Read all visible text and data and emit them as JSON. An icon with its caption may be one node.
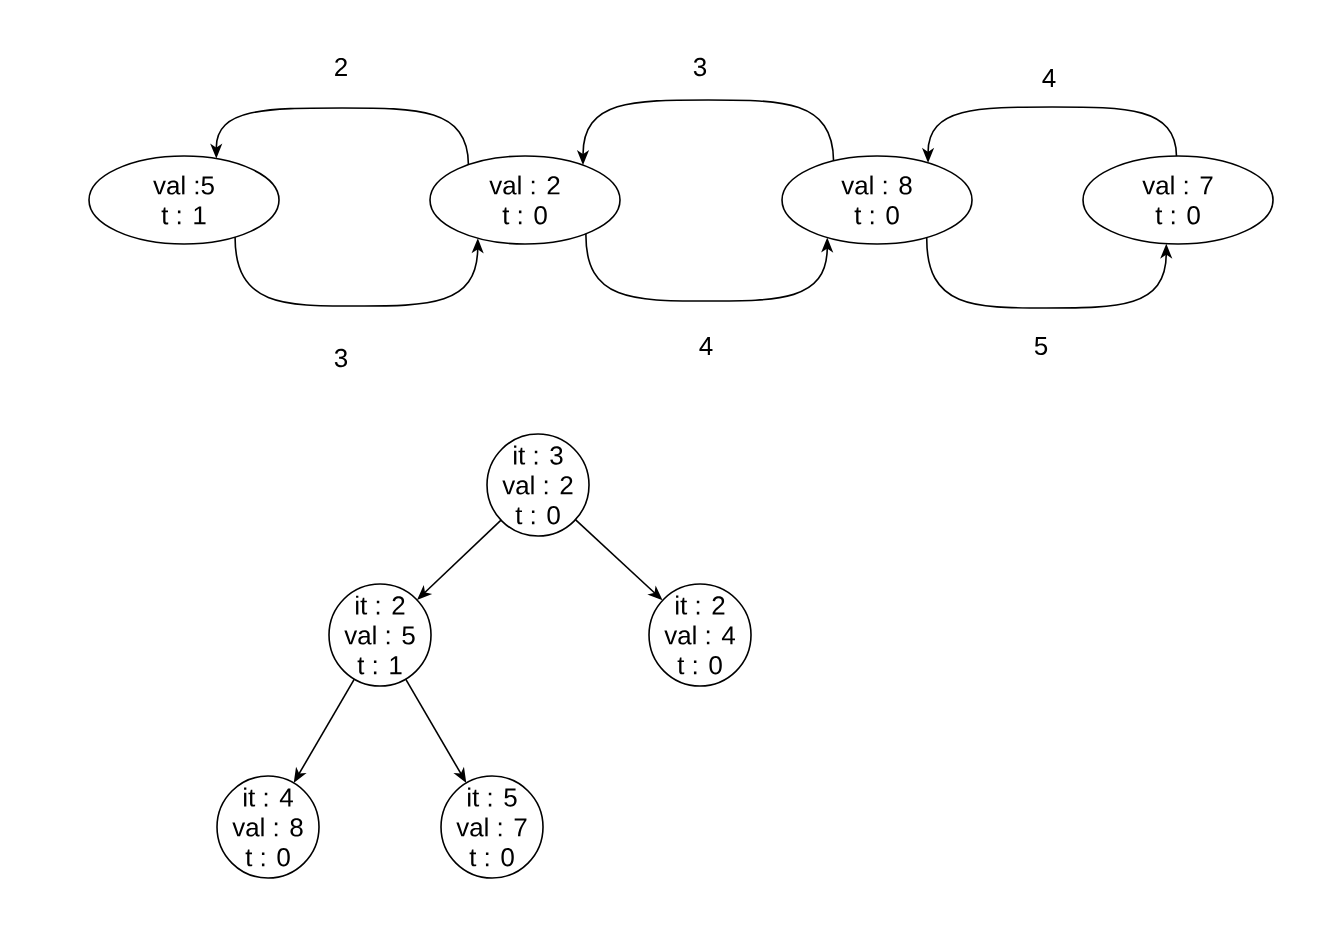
{
  "diagram": {
    "nodes": [
      {
        "text": [
          "val :5",
          "t : 1"
        ]
      },
      {
        "text": [
          "val : 2",
          "t : 0"
        ]
      },
      {
        "text": [
          "val : 8",
          "t : 0"
        ]
      },
      {
        "text": [
          "val : 7",
          "t : 0"
        ]
      },
      {
        "text": [
          "it : 3",
          "val : 2",
          "t : 0"
        ]
      },
      {
        "text": [
          "it : 2",
          "val : 5",
          "t : 1"
        ]
      },
      {
        "text": [
          "it : 2",
          "val : 4",
          "t : 0"
        ]
      },
      {
        "text": [
          "it : 4",
          "val : 8",
          "t : 0"
        ]
      },
      {
        "text": [
          "it : 5",
          "val : 7",
          "t : 0"
        ]
      }
    ],
    "edges": [
      {
        "from": 1,
        "to": 0,
        "arrow": "to",
        "label": "2"
      },
      {
        "from": 0,
        "to": 1,
        "arrow": "to",
        "label": "3"
      },
      {
        "from": 2,
        "to": 1,
        "arrow": "to",
        "label": "3"
      },
      {
        "from": 1,
        "to": 2,
        "arrow": "to",
        "label": "4"
      },
      {
        "from": 3,
        "to": 2,
        "arrow": "to",
        "label": "4"
      },
      {
        "from": 2,
        "to": 3,
        "arrow": "to",
        "label": "5"
      },
      {
        "from": 4,
        "to": 5,
        "arrow": "to"
      },
      {
        "from": 4,
        "to": 6,
        "arrow": "to"
      },
      {
        "from": 5,
        "to": 7,
        "arrow": "to"
      },
      {
        "from": 5,
        "to": 8,
        "arrow": "to"
      }
    ]
  }
}
